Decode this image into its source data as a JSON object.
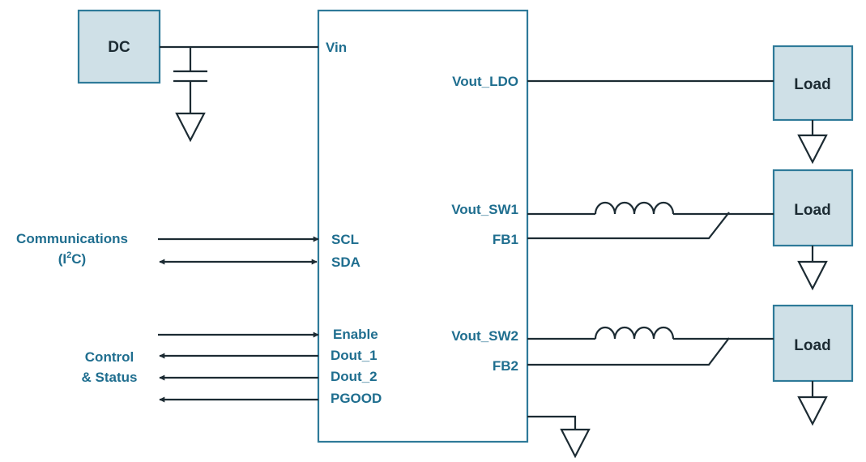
{
  "source_block": {
    "label": "DC"
  },
  "load_blocks": [
    {
      "label": "Load"
    },
    {
      "label": "Load"
    },
    {
      "label": "Load"
    }
  ],
  "pins_left": {
    "vin": "Vin",
    "scl": "SCL",
    "sda": "SDA",
    "enable": "Enable",
    "dout1": "Dout_1",
    "dout2": "Dout_2",
    "pgood": "PGOOD"
  },
  "pins_right": {
    "vout_ldo": "Vout_LDO",
    "vout_sw1": "Vout_SW1",
    "fb1": "FB1",
    "vout_sw2": "Vout_SW2",
    "fb2": "FB2"
  },
  "groups": {
    "communications": {
      "line1": "Communications",
      "line2_prefix": "(I",
      "line2_sup": "2",
      "line2_suffix": "C)"
    },
    "control_status": {
      "line1": "Control",
      "line2": "& Status"
    }
  },
  "colors": {
    "label_text": "#1f6e8f",
    "block_fill": "#cfe0e7",
    "block_stroke": "#2e7a99",
    "wire": "#1c2b33"
  }
}
